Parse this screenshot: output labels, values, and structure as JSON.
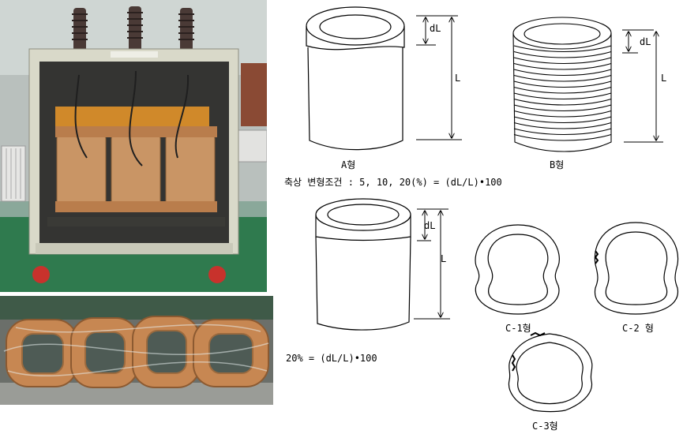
{
  "diagram": {
    "type_a_label": "A형",
    "type_b_label": "B형",
    "dl_label": "dL",
    "l_label": "L",
    "axial_condition": "축상 변형조건 : 5, 10, 20(%) = (dL/L)•100",
    "second_equation": "20% = (dL/L)•100",
    "c1_label": "C-1형",
    "c2_label": "C-2 형",
    "c3_label": "C-3형"
  }
}
